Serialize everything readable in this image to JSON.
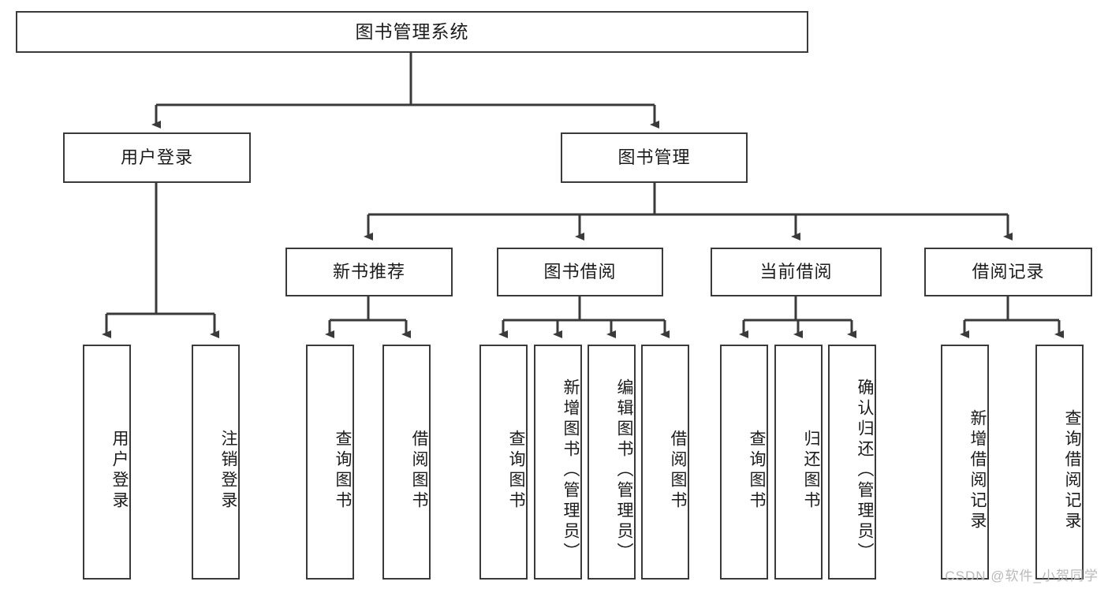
{
  "diagram": {
    "type": "tree",
    "title": "图书管理系统",
    "root": {
      "label": "图书管理系统"
    },
    "level2": [
      {
        "id": "user-login",
        "label": "用户登录"
      },
      {
        "id": "book-manage",
        "label": "图书管理"
      }
    ],
    "level3": [
      {
        "id": "new-book-recommend",
        "label": "新书推荐"
      },
      {
        "id": "book-borrow",
        "label": "图书借阅"
      },
      {
        "id": "current-borrow",
        "label": "当前借阅"
      },
      {
        "id": "borrow-record",
        "label": "借阅记录"
      }
    ],
    "leaves": {
      "user_login": [
        {
          "id": "leaf-user-login",
          "label": "用户登录"
        },
        {
          "id": "leaf-logout-login",
          "label": "注销登录"
        }
      ],
      "new_book_recommend": [
        {
          "id": "leaf-query-book-1",
          "label": "查询图书"
        },
        {
          "id": "leaf-borrow-book-1",
          "label": "借阅图书"
        }
      ],
      "book_borrow": [
        {
          "id": "leaf-query-book-2",
          "label": "查询图书"
        },
        {
          "id": "leaf-add-book",
          "label": "新增图书（管理员）"
        },
        {
          "id": "leaf-edit-book",
          "label": "编辑图书（管理员）"
        },
        {
          "id": "leaf-borrow-book-2",
          "label": "借阅图书"
        }
      ],
      "current_borrow": [
        {
          "id": "leaf-query-book-3",
          "label": "查询图书"
        },
        {
          "id": "leaf-return-book",
          "label": "归还图书"
        },
        {
          "id": "leaf-confirm-return",
          "label": "确认归还（管理员）"
        }
      ],
      "borrow_record": [
        {
          "id": "leaf-add-borrow-record",
          "label": "新增借阅记录"
        },
        {
          "id": "leaf-query-borrow-record",
          "label": "查询借阅记录"
        }
      ]
    },
    "colors": {
      "stroke": "#3a3a3a",
      "text": "#1b1b1b",
      "background": "#ffffff",
      "watermark": "#b9b9b9"
    }
  },
  "watermark": {
    "text": "CSDN @软件_小贺同学"
  }
}
